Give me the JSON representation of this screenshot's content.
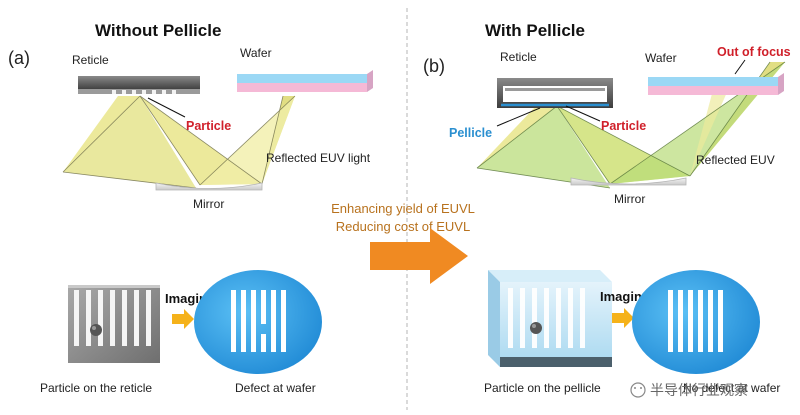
{
  "left": {
    "heading": "Without Pellicle",
    "panel_label": "(a)",
    "reticle_label": "Reticle",
    "wafer_label": "Wafer",
    "particle_label": "Particle",
    "reflected_label": "Reflected EUV light",
    "mirror_label": "Mirror",
    "imaging_label": "Imaging",
    "caption_left": "Particle on the reticle",
    "caption_right": "Defect at wafer"
  },
  "right": {
    "heading": "With Pellicle",
    "panel_label": "(b)",
    "reticle_label": "Reticle",
    "wafer_label": "Wafer",
    "out_of_focus_label": "Out of focus",
    "pellicle_label": "Pellicle",
    "particle_label": "Particle",
    "reflected_label": "Reflected EUV",
    "mirror_label": "Mirror",
    "imaging_label": "Imaging",
    "caption_left": "Particle on the pellicle",
    "caption_right": "No defect at wafer"
  },
  "center": {
    "line1": "Enhancing yield of EUVL",
    "line2": "Reducing cost of EUVL"
  },
  "watermark": "半导体行业观察",
  "colors": {
    "particle_red": "#d0202a",
    "pellicle_blue": "#2a8fd0",
    "center_text": "#b8721e",
    "arrow_orange": "#f08a22",
    "beam_yellow": "#e6e27a",
    "beam_green": "#9fcf4a",
    "wafer_blue": "#2f9fe0",
    "wafer_pink": "#f5b9d6"
  }
}
